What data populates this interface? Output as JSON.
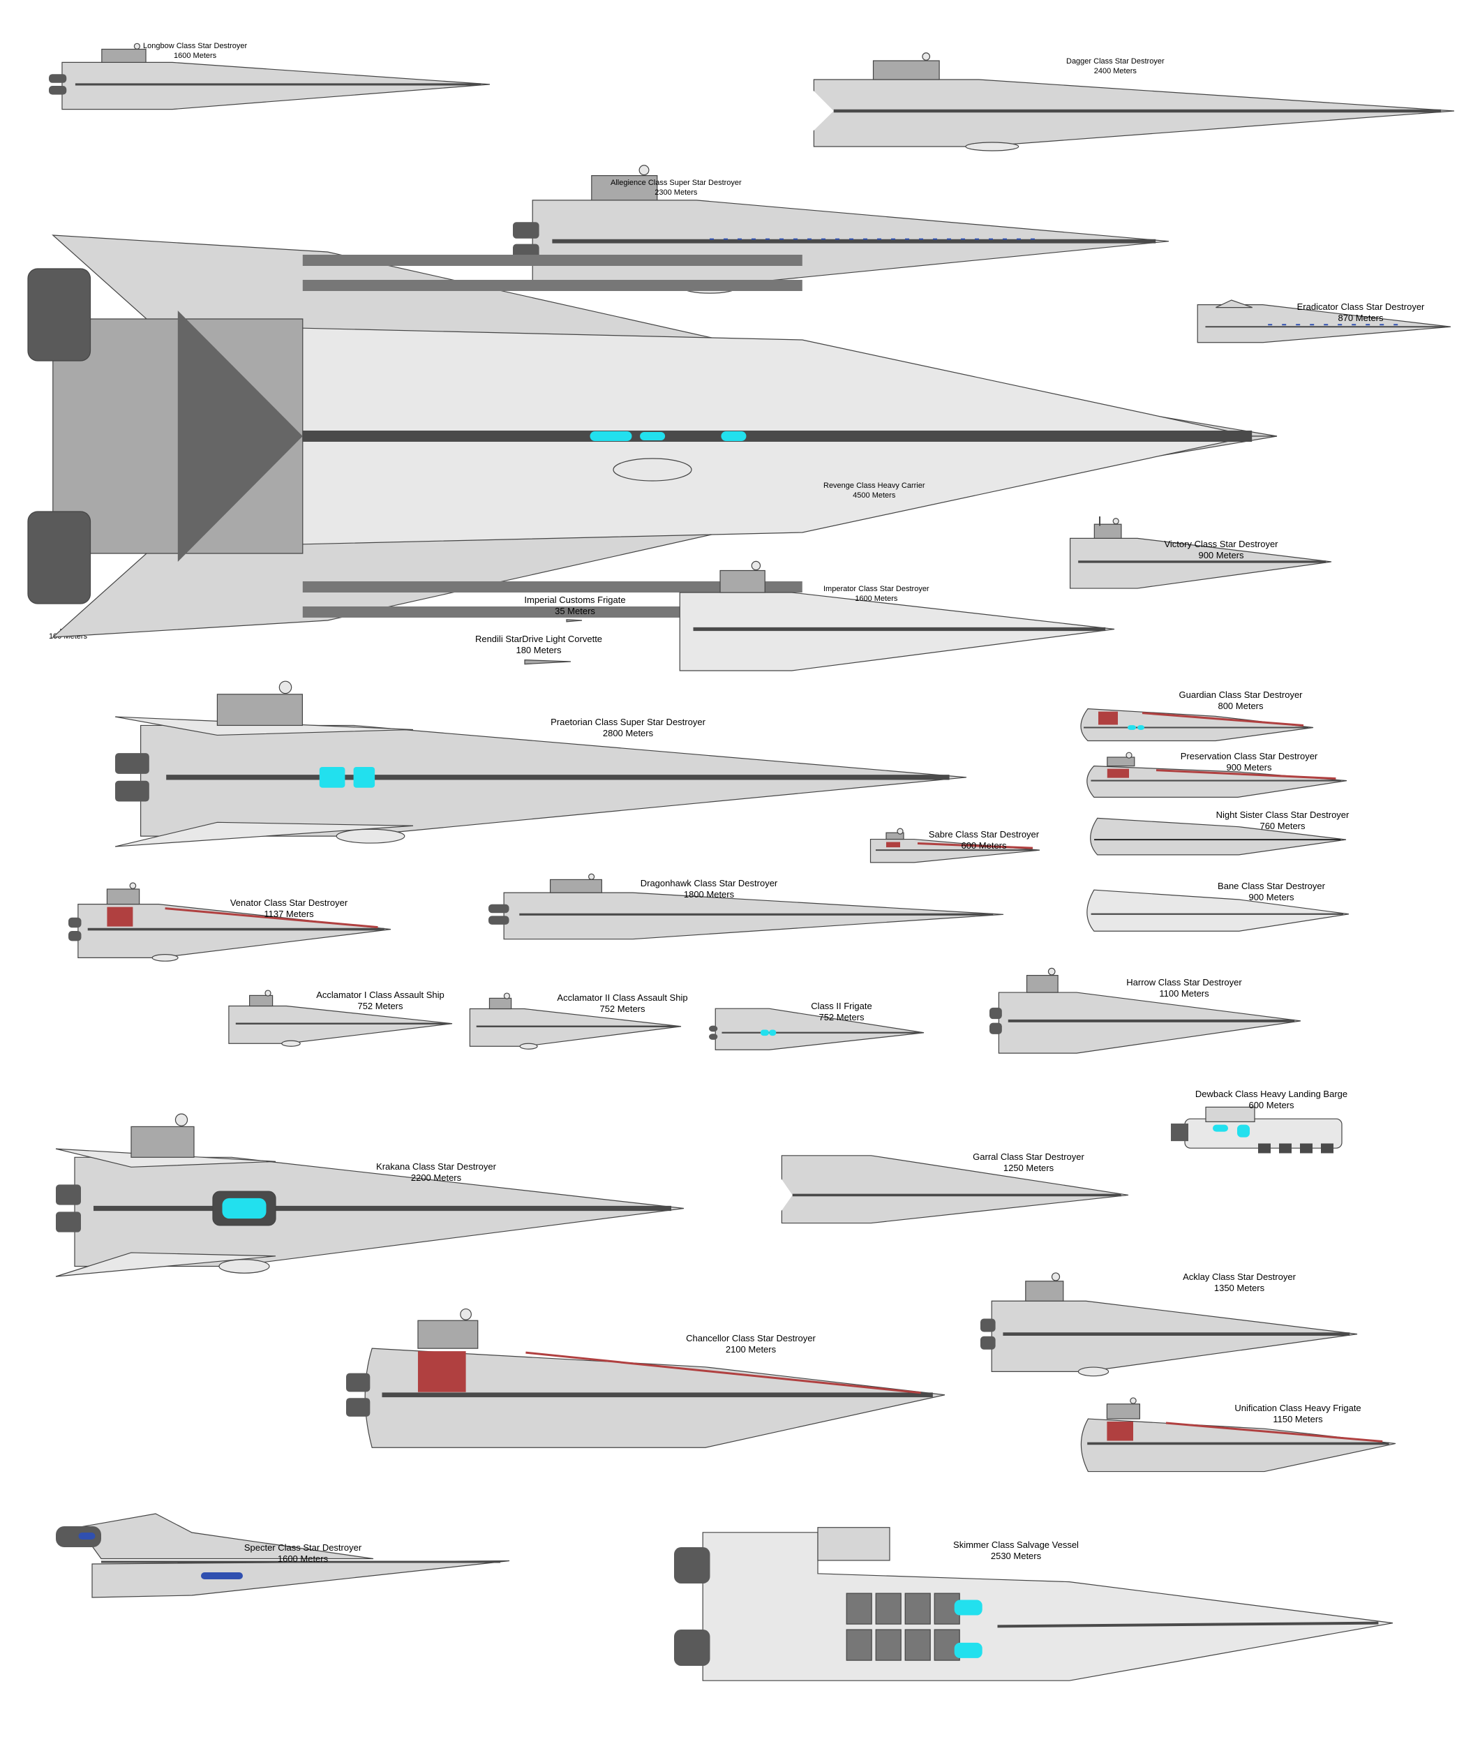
{
  "scale": {
    "label": "100 Meters"
  },
  "ships": [
    {
      "id": "longbow",
      "name": "Longbow Class Star Destroyer",
      "length": "1600 Meters"
    },
    {
      "id": "dagger",
      "name": "Dagger Class Star Destroyer",
      "length": "2400 Meters"
    },
    {
      "id": "allegience",
      "name": "Allegience Class Super Star Destroyer",
      "length": "2300 Meters"
    },
    {
      "id": "eradicator",
      "name": "Eradicator Class Star Destroyer",
      "length": "870 Meters"
    },
    {
      "id": "revenge",
      "name": "Revenge Class Heavy Carrier",
      "length": "4500 Meters"
    },
    {
      "id": "victory",
      "name": "Victory Class Star Destroyer",
      "length": "900 Meters"
    },
    {
      "id": "customs",
      "name": "Imperial Customs Frigate",
      "length": "35 Meters"
    },
    {
      "id": "rendili",
      "name": "Rendili StarDrive Light Corvette",
      "length": "180 Meters"
    },
    {
      "id": "imperator",
      "name": "Imperator Class Star Destroyer",
      "length": "1600 Meters"
    },
    {
      "id": "praetorian",
      "name": "Praetorian Class Super Star Destroyer",
      "length": "2800 Meters"
    },
    {
      "id": "guardian",
      "name": "Guardian Class Star Destroyer",
      "length": "800 Meters"
    },
    {
      "id": "preservation",
      "name": "Preservation Class Star Destroyer",
      "length": "900 Meters"
    },
    {
      "id": "nightsister",
      "name": "Night Sister Class Star Destroyer",
      "length": "760 Meters"
    },
    {
      "id": "sabre",
      "name": "Sabre Class Star Destroyer",
      "length": "600 Meters"
    },
    {
      "id": "bane",
      "name": "Bane Class Star Destroyer",
      "length": "900 Meters"
    },
    {
      "id": "venator",
      "name": "Venator Class Star Destroyer",
      "length": "1137 Meters"
    },
    {
      "id": "dragonhawk",
      "name": "Dragonhawk Class Star Destroyer",
      "length": "1800 Meters"
    },
    {
      "id": "acclamator1",
      "name": "Acclamator I Class Assault Ship",
      "length": "752 Meters"
    },
    {
      "id": "acclamator2",
      "name": "Acclamator II Class Assault Ship",
      "length": "752 Meters"
    },
    {
      "id": "class2",
      "name": "Class II Frigate",
      "length": "752 Meters"
    },
    {
      "id": "harrow",
      "name": "Harrow Class Star Destroyer",
      "length": "1100 Meters"
    },
    {
      "id": "dewback",
      "name": "Dewback Class Heavy Landing Barge",
      "length": "600 Meters"
    },
    {
      "id": "krakana",
      "name": "Krakana Class Star Destroyer",
      "length": "2200 Meters"
    },
    {
      "id": "garral",
      "name": "Garral Class Star Destroyer",
      "length": "1250 Meters"
    },
    {
      "id": "acklay",
      "name": "Acklay Class Star Destroyer",
      "length": "1350 Meters"
    },
    {
      "id": "chancellor",
      "name": "Chancellor Class Star Destroyer",
      "length": "2100 Meters"
    },
    {
      "id": "unification",
      "name": "Unification Class Heavy Frigate",
      "length": "1150 Meters"
    },
    {
      "id": "specter",
      "name": "Specter Class Star Destroyer",
      "length": "1600 Meters"
    },
    {
      "id": "skimmer",
      "name": "Skimmer Class Salvage Vessel",
      "length": "2530 Meters"
    }
  ],
  "colors": {
    "hull": "#d6d6d6",
    "hull_light": "#e8e8e8",
    "hull_dark": "#a9a9a9",
    "trench": "#4a4a4a",
    "engine": "#5a5a5a",
    "glow": "#22e0ee",
    "accent_red": "#b04040",
    "accent_blue": "#3050b0",
    "outline": "#444444"
  }
}
